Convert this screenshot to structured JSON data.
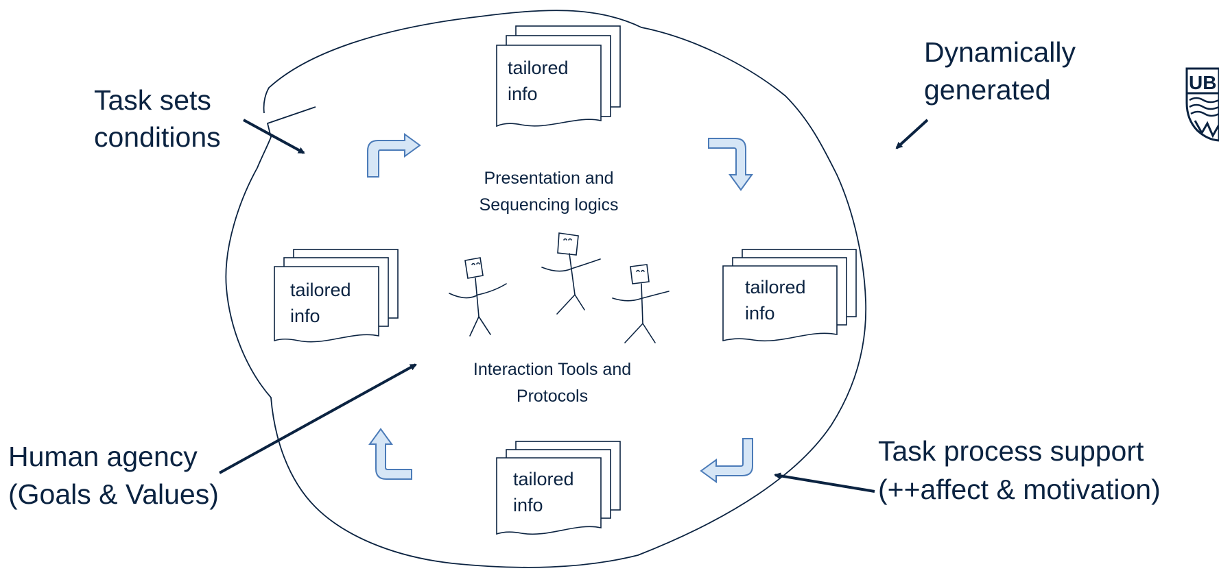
{
  "labels": {
    "task_sets": [
      "Task sets",
      "conditions"
    ],
    "dynamically": [
      "Dynamically",
      "generated"
    ],
    "human_agency": [
      "Human agency",
      "(Goals & Values)"
    ],
    "task_process": [
      "Task process support",
      "(++affect & motivation)"
    ]
  },
  "center": {
    "presentation": [
      "Presentation and",
      "Sequencing logics"
    ],
    "interaction": [
      "Interaction Tools and",
      "Protocols"
    ]
  },
  "documents": {
    "top": [
      "tailored",
      "info"
    ],
    "left": [
      "tailored",
      "info"
    ],
    "right": [
      "tailored",
      "info"
    ],
    "bottom": [
      "tailored",
      "info"
    ]
  },
  "logo": {
    "text": "UB",
    "icon": "university-crest-icon"
  },
  "colors": {
    "text": "#0b2341",
    "arrow_fill": "#d6e6f6",
    "arrow_stroke": "#4b7bb8"
  }
}
